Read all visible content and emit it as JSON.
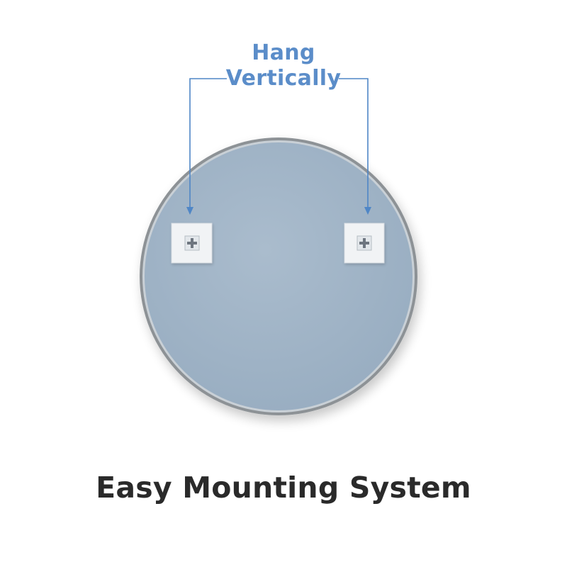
{
  "annotation": {
    "line_1": "Hang",
    "line_2": "Vertically"
  },
  "caption": "Easy Mounting System",
  "colors": {
    "mirror_glass": "#a3b7c9",
    "mirror_frame": "#8a8f93",
    "annotation_blue": "#5b8dc9",
    "caption_text": "#2a2a2a",
    "bracket_plate": "#f1f3f5"
  },
  "icons": {
    "left_bracket": "plus-screw-icon",
    "right_bracket": "plus-screw-icon"
  }
}
